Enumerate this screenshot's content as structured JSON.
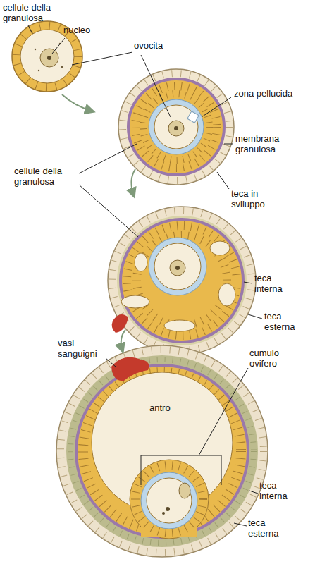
{
  "diagram": {
    "labels": [
      "cellule della granulosa",
      "nucleo",
      "ovocita",
      "zona pellucida",
      "membrana granulosa",
      "cellule della granulosa",
      "teca in sviluppo",
      "teca interna",
      "teca esterna",
      "vasi sanguigni",
      "cumulo ovifero",
      "antro",
      "teca interna",
      "teca esterna"
    ]
  }
}
